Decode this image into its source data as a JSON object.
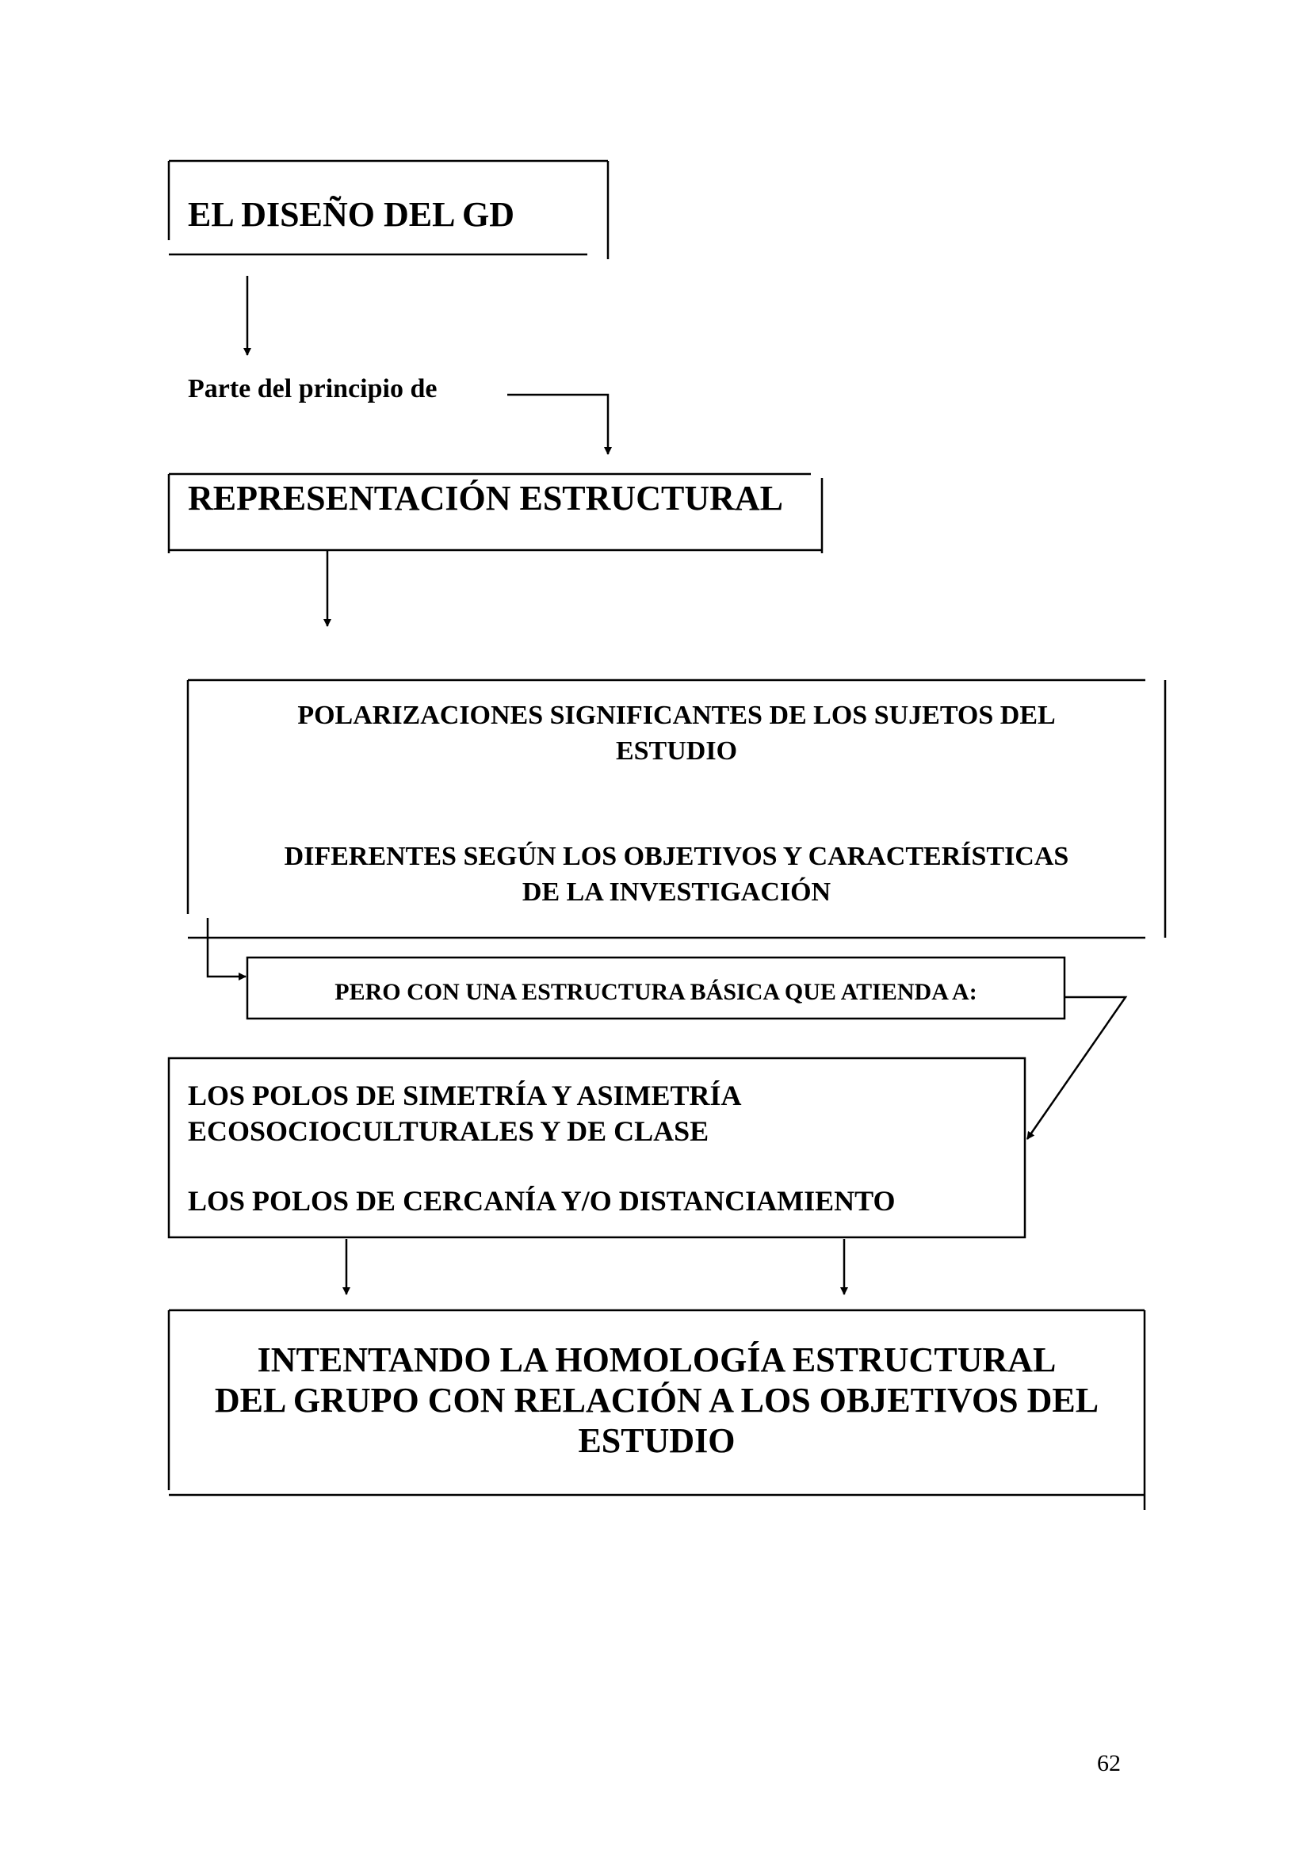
{
  "diagram": {
    "title_box": {
      "label": "EL DISEÑO DEL GD"
    },
    "connector_text": {
      "label": "Parte del principio de"
    },
    "representation_box": {
      "label": "REPRESENTACIÓN ESTRUCTURAL"
    },
    "polarizations_box": {
      "line1": "POLARIZACIONES SIGNIFICANTES DE LOS SUJETOS DEL",
      "line2": "ESTUDIO",
      "line3": "DIFERENTES SEGÚN LOS OBJETIVOS Y CARACTERÍSTICAS",
      "line4": "DE LA INVESTIGACIÓN"
    },
    "structure_box": {
      "label": "PERO CON UNA ESTRUCTURA BÁSICA QUE ATIENDA A:"
    },
    "poles_box": {
      "line1": "LOS POLOS DE SIMETRÍA Y ASIMETRÍA",
      "line2": "ECOSOCIOCULTURALES Y DE CLASE",
      "line3": "LOS POLOS DE CERCANÍA Y/O DISTANCIAMIENTO"
    },
    "homology_box": {
      "line1": "INTENTANDO LA HOMOLOGÍA ESTRUCTURAL",
      "line2": "DEL GRUPO CON RELACIÓN A LOS OBJETIVOS DEL",
      "line3": "ESTUDIO"
    }
  },
  "page": {
    "number": "62"
  }
}
